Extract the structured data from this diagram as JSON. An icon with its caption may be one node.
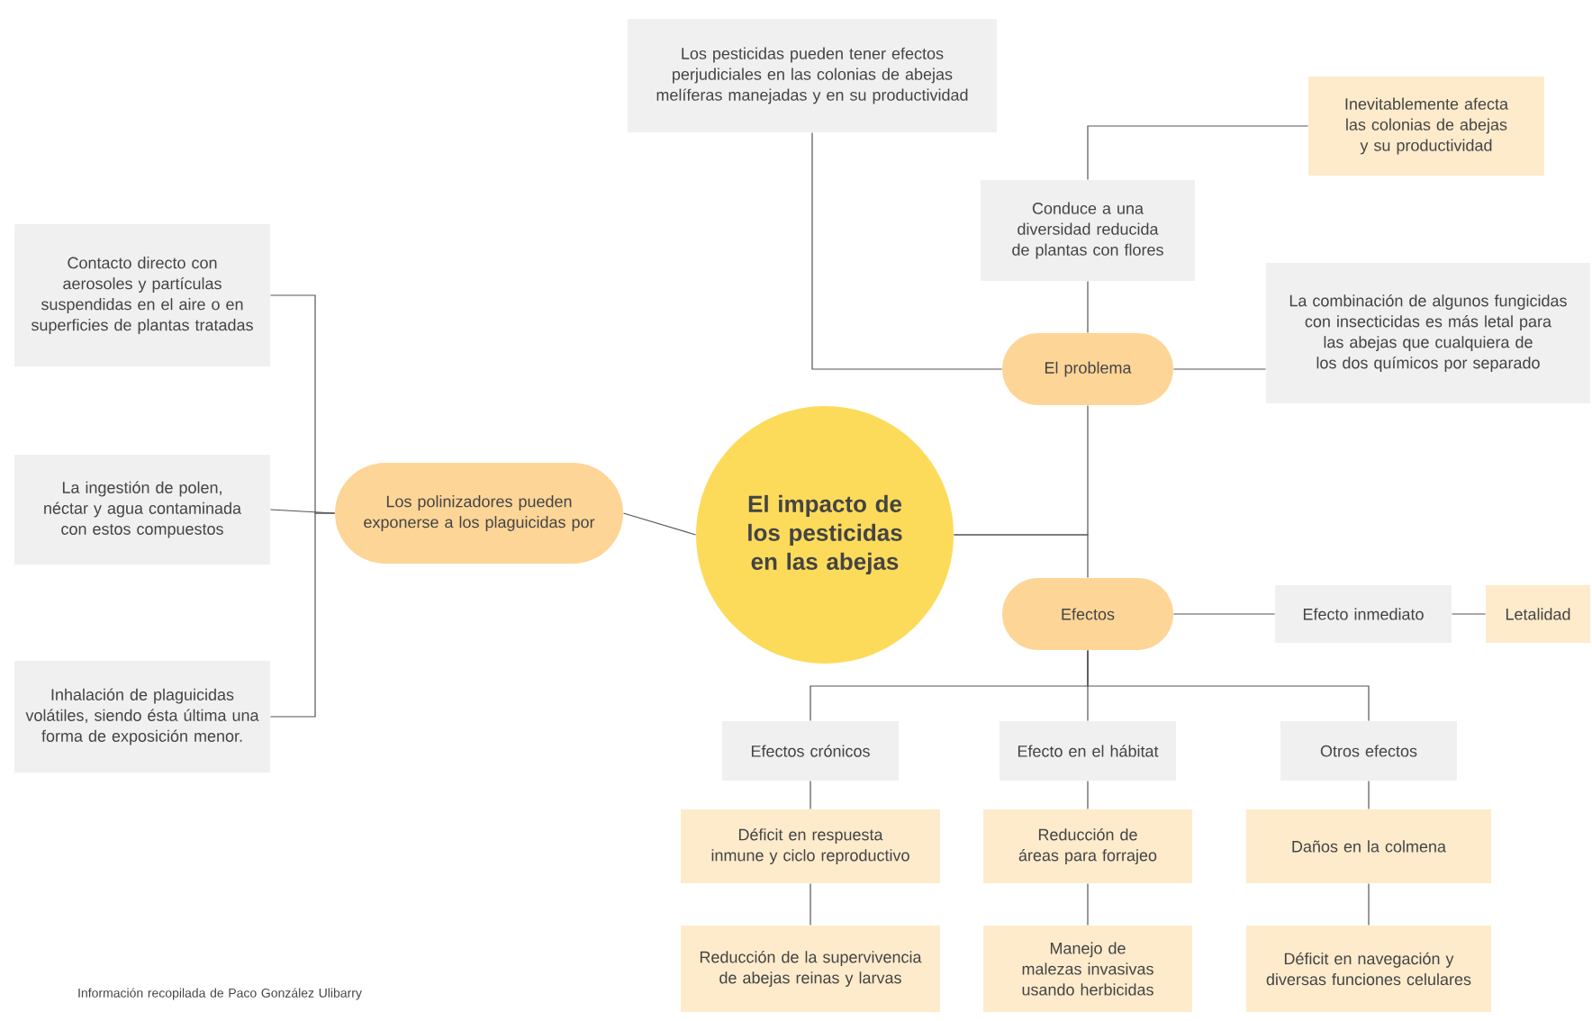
{
  "diagram": {
    "nodes": [
      {
        "text": [
          "El impacto de los pesticidas en las abejas"
        ]
      },
      {
        "text": [
          "Los polinizadores pueden exponerse a los plaguicidas por"
        ]
      },
      {
        "text": [
          "Contacto directo con aerosoles y partículas suspendidas en el aire o en superficies de plantas tratadas"
        ]
      },
      {
        "text": [
          "La ingestión de polen, néctar y agua contaminada con estos compuestos"
        ]
      },
      {
        "text": [
          "Inhalación de plaguicidas volátiles, siendo ésta última una forma de exposición menor."
        ]
      },
      {
        "text": [
          "Los pesticidas pueden tener efectos perjudiciales en las colonias de abejas melíferas manejadas y en su productividad"
        ]
      },
      {
        "text": [
          "Inevitablemente afecta las colonias de abejas y su productividad"
        ]
      },
      {
        "text": [
          "Conduce a una diversidad reducida de plantas con flores"
        ]
      },
      {
        "text": [
          "El problema"
        ]
      },
      {
        "text": [
          "La combinación de algunos fungicidas con insecticidas es más letal para las abejas que cualquiera de los dos químicos por separado"
        ]
      },
      {
        "text": [
          "Efectos"
        ]
      },
      {
        "text": [
          "Efecto inmediato"
        ]
      },
      {
        "text": [
          "Letalidad"
        ]
      },
      {
        "text": [
          "Efectos crónicos"
        ]
      },
      {
        "text": [
          "Efecto en el hábitat"
        ]
      },
      {
        "text": [
          "Otros efectos"
        ]
      },
      {
        "text": [
          "Déficit en respuesta inmune y ciclo reproductivo"
        ]
      },
      {
        "text": [
          "Reducción de áreas para forrajeo"
        ]
      },
      {
        "text": [
          "Daños en la colmena"
        ]
      },
      {
        "text": [
          "Reducción de la supervivencia de abejas reinas y larvas"
        ]
      },
      {
        "text": [
          "Manejo de malezas invasivas usando herbicidas"
        ]
      },
      {
        "text": [
          "Déficit en navegación y diversas funciones celulares"
        ]
      }
    ],
    "edges": [
      {
        "from": 0,
        "to": 1,
        "arrow": "none"
      },
      {
        "from": 1,
        "to": 2,
        "arrow": "none"
      },
      {
        "from": 1,
        "to": 3,
        "arrow": "none"
      },
      {
        "from": 1,
        "to": 4,
        "arrow": "none"
      },
      {
        "from": 0,
        "to": 8,
        "arrow": "none"
      },
      {
        "from": 0,
        "to": 10,
        "arrow": "none"
      },
      {
        "from": 8,
        "to": 5,
        "arrow": "none"
      },
      {
        "from": 8,
        "to": 7,
        "arrow": "none"
      },
      {
        "from": 7,
        "to": 6,
        "arrow": "none"
      },
      {
        "from": 8,
        "to": 9,
        "arrow": "none"
      },
      {
        "from": 10,
        "to": 11,
        "arrow": "none"
      },
      {
        "from": 11,
        "to": 12,
        "arrow": "none"
      },
      {
        "from": 10,
        "to": 13,
        "arrow": "none"
      },
      {
        "from": 10,
        "to": 14,
        "arrow": "none"
      },
      {
        "from": 10,
        "to": 15,
        "arrow": "none"
      },
      {
        "from": 13,
        "to": 16,
        "arrow": "none"
      },
      {
        "from": 16,
        "to": 19,
        "arrow": "none"
      },
      {
        "from": 14,
        "to": 17,
        "arrow": "none"
      },
      {
        "from": 17,
        "to": 20,
        "arrow": "none"
      },
      {
        "from": 15,
        "to": 18,
        "arrow": "none"
      },
      {
        "from": 18,
        "to": 21,
        "arrow": "none"
      }
    ],
    "labels": [
      "Información recopilada de Paco González Ulibarry"
    ]
  }
}
